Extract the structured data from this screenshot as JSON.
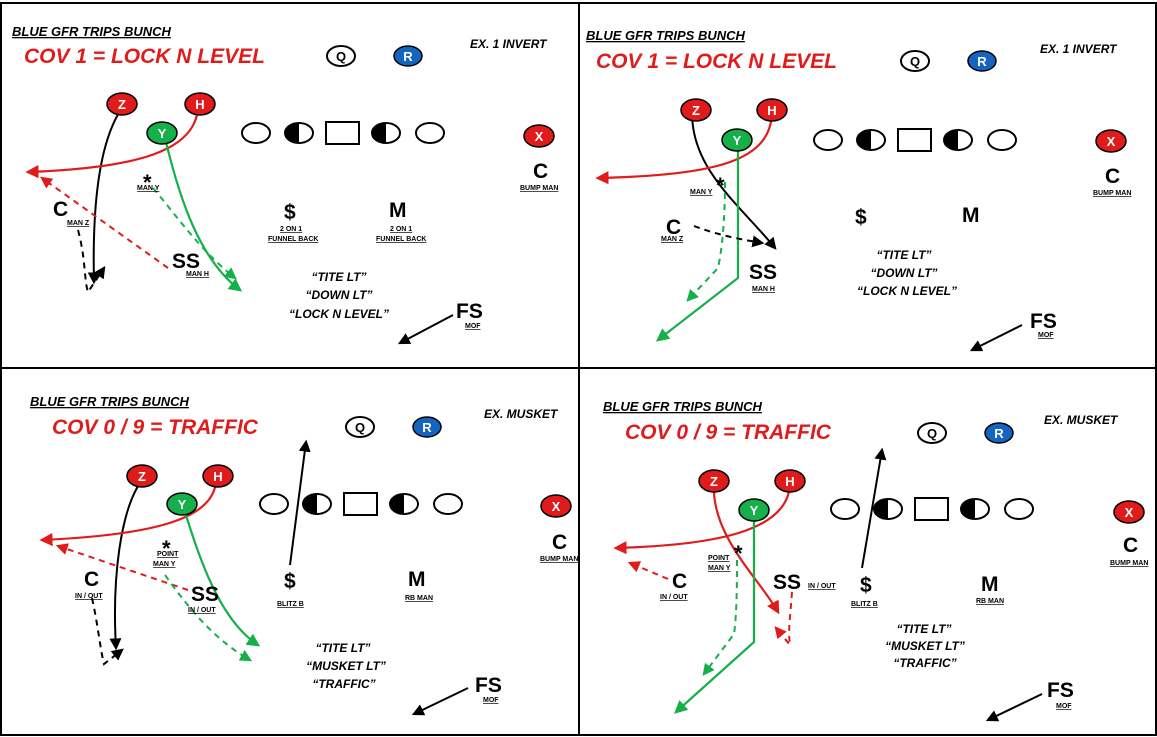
{
  "panels": [
    {
      "id": "top-left",
      "formation": "BLUE GFR TRIPS BUNCH",
      "coverage": "COV 1 = LOCK N LEVEL",
      "example": "EX. 1 INVERT",
      "offense": {
        "q": "Q",
        "r": "R",
        "z": "Z",
        "h": "H",
        "y": "Y",
        "x": "X"
      },
      "defense": [
        {
          "key": "c1",
          "label": "C",
          "tag": "MAN Z"
        },
        {
          "key": "ss",
          "label": "SS",
          "tag": "MAN H"
        },
        {
          "key": "star",
          "label": "*",
          "tag": "MAN Y"
        },
        {
          "key": "dollar",
          "label": "$",
          "tag": "2 ON 1",
          "tag2": "FUNNEL BACK"
        },
        {
          "key": "m",
          "label": "M",
          "tag": "2 ON 1",
          "tag2": "FUNNEL BACK"
        },
        {
          "key": "c2",
          "label": "C",
          "tag": "BUMP MAN"
        },
        {
          "key": "fs",
          "label": "FS",
          "tag": "MOF"
        }
      ],
      "calls": [
        "“TITE LT”",
        "“DOWN LT”",
        "“LOCK N LEVEL”"
      ]
    },
    {
      "id": "top-right",
      "formation": "BLUE GFR TRIPS BUNCH",
      "coverage": "COV 1 = LOCK N LEVEL",
      "example": "EX. 1 INVERT",
      "offense": {
        "q": "Q",
        "r": "R",
        "z": "Z",
        "h": "H",
        "y": "Y",
        "x": "X"
      },
      "defense": [
        {
          "key": "c1",
          "label": "C",
          "tag": "MAN Z"
        },
        {
          "key": "ss",
          "label": "SS",
          "tag": "MAN H"
        },
        {
          "key": "star",
          "label": "*",
          "tag": "MAN Y"
        },
        {
          "key": "dollar",
          "label": "$",
          "tag": ""
        },
        {
          "key": "m",
          "label": "M",
          "tag": ""
        },
        {
          "key": "c2",
          "label": "C",
          "tag": "BUMP MAN"
        },
        {
          "key": "fs",
          "label": "FS",
          "tag": "MOF"
        }
      ],
      "calls": [
        "“TITE LT”",
        "“DOWN LT”",
        "“LOCK N LEVEL”"
      ]
    },
    {
      "id": "bottom-left",
      "formation": "BLUE GFR TRIPS BUNCH",
      "coverage": "COV 0 / 9 = TRAFFIC",
      "example": "EX. MUSKET",
      "offense": {
        "q": "Q",
        "r": "R",
        "z": "Z",
        "h": "H",
        "y": "Y",
        "x": "X"
      },
      "defense": [
        {
          "key": "c1",
          "label": "C",
          "tag": "IN / OUT"
        },
        {
          "key": "ss",
          "label": "SS",
          "tag": "IN / OUT"
        },
        {
          "key": "star",
          "label": "*",
          "tag": "POINT",
          "tag2": "MAN Y"
        },
        {
          "key": "dollar",
          "label": "$",
          "tag": "BLITZ B"
        },
        {
          "key": "m",
          "label": "M",
          "tag": "RB MAN"
        },
        {
          "key": "c2",
          "label": "C",
          "tag": "BUMP MAN"
        },
        {
          "key": "fs",
          "label": "FS",
          "tag": "MOF"
        }
      ],
      "calls": [
        "“TITE LT”",
        "“MUSKET LT”",
        "“TRAFFIC”"
      ]
    },
    {
      "id": "bottom-right",
      "formation": "BLUE GFR TRIPS BUNCH",
      "coverage": "COV 0 / 9 = TRAFFIC",
      "example": "EX. MUSKET",
      "offense": {
        "q": "Q",
        "r": "R",
        "z": "Z",
        "h": "H",
        "y": "Y",
        "x": "X"
      },
      "defense": [
        {
          "key": "c1",
          "label": "C",
          "tag": "IN / OUT"
        },
        {
          "key": "ss",
          "label": "SS",
          "tag": "IN / OUT"
        },
        {
          "key": "star",
          "label": "*",
          "tag": "POINT",
          "tag2": "MAN Y"
        },
        {
          "key": "dollar",
          "label": "$",
          "tag": "BLITZ B"
        },
        {
          "key": "m",
          "label": "M",
          "tag": "RB MAN"
        },
        {
          "key": "c2",
          "label": "C",
          "tag": "BUMP MAN"
        },
        {
          "key": "fs",
          "label": "FS",
          "tag": "MOF"
        }
      ],
      "calls": [
        "“TITE LT”",
        "“MUSKET LT”",
        "“TRAFFIC”"
      ]
    }
  ],
  "colors": {
    "red": "#e01b1b",
    "blue": "#1565c0",
    "green": "#15b04a",
    "black": "#000000"
  }
}
